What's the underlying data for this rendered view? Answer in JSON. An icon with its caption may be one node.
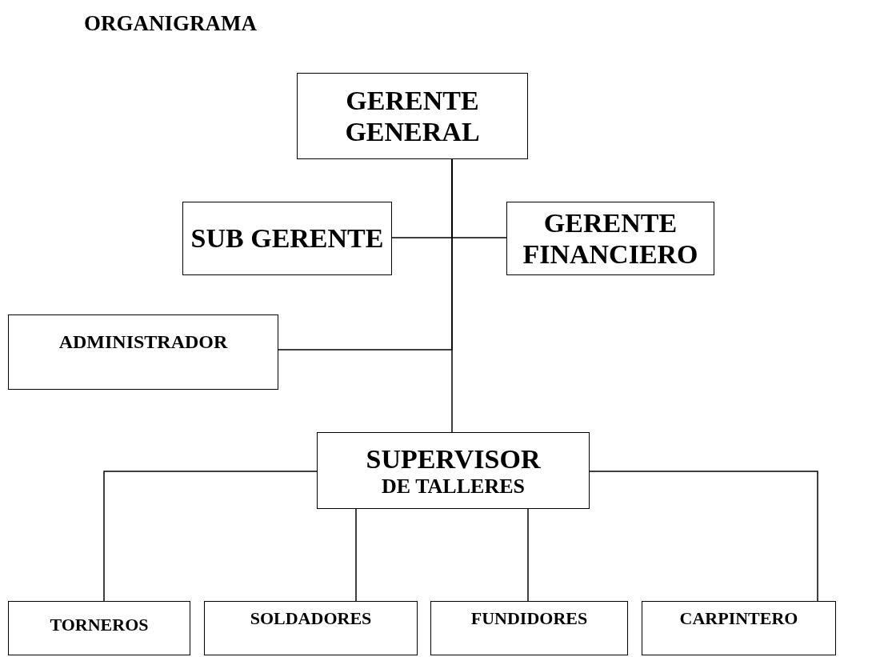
{
  "diagram": {
    "title": "ORGANIGRAMA",
    "nodes": [
      {
        "text": [
          "GERENTE GENERAL"
        ]
      },
      {
        "text": [
          "SUB GERENTE"
        ]
      },
      {
        "text": [
          "GERENTE FINANCIERO"
        ]
      },
      {
        "text": [
          "ADMINISTRADOR"
        ]
      },
      {
        "text": [
          "SUPERVISOR",
          "DE TALLERES"
        ]
      },
      {
        "text": [
          "TORNEROS"
        ]
      },
      {
        "text": [
          "SOLDADORES"
        ]
      },
      {
        "text": [
          "FUNDIDORES"
        ]
      },
      {
        "text": [
          "CARPINTERO"
        ]
      }
    ],
    "edges": [
      {
        "from": 0,
        "to": 1,
        "arrow": "none"
      },
      {
        "from": 0,
        "to": 2,
        "arrow": "none"
      },
      {
        "from": 0,
        "to": 3,
        "arrow": "none"
      },
      {
        "from": 0,
        "to": 4,
        "arrow": "none"
      },
      {
        "from": 4,
        "to": 5,
        "arrow": "none"
      },
      {
        "from": 4,
        "to": 6,
        "arrow": "none"
      },
      {
        "from": 4,
        "to": 7,
        "arrow": "none"
      },
      {
        "from": 4,
        "to": 8,
        "arrow": "none"
      }
    ]
  }
}
